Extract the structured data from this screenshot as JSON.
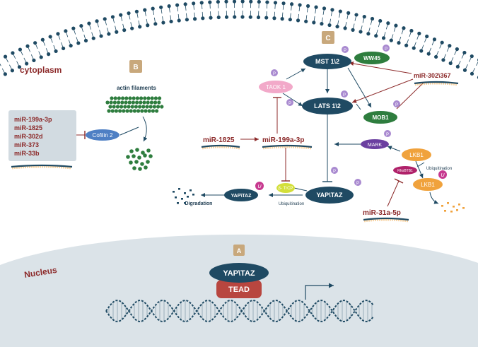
{
  "regions": {
    "cytoplasm": "cytoplasm",
    "nucleus": "Nucleus"
  },
  "panels": {
    "a": "A",
    "b": "B",
    "c": "C"
  },
  "panel_b": {
    "actin_label": "actin filaments",
    "cofilin": "Cofilin 2",
    "mirnas": [
      "miR-199a-3p",
      "miR-1825",
      "miR-302d",
      "miR-373",
      "miR-33b"
    ]
  },
  "panel_c": {
    "mst": "MST 1\\2",
    "ww45": "WW45",
    "taok": "TAOK 1",
    "lats": "LATS 1\\2",
    "mob1": "MOB1",
    "mir_302_367": "miR-302\\367",
    "mir_1825": "miR-1825",
    "mir_199a": "miR-199a-3p",
    "mark": "MARK",
    "lkb1_top": "LKB1",
    "lkb1_bottom": "LKB1",
    "rhobtb1": "RhoBTB1",
    "ubiquitination_right": "Ubiquitination",
    "btrcp": "β- TrCP",
    "yaptaz_main": "YAP\\TAZ",
    "yaptaz_small": "YAP\\TAZ",
    "ubiquitination_left": "Ubiquitination",
    "degradation": "Digradation",
    "mir_31a": "miR-31a-5p",
    "phospho": "P",
    "ubiquitin": "U"
  },
  "panel_a": {
    "yaptaz": "YAP\\TAZ",
    "tead": "TEAD"
  },
  "colors": {
    "navy": "#1f4a63",
    "maroon": "#8c2a2a",
    "phospho": "#a98ad0",
    "ubiquitin": "#c7398f",
    "green": "#2e7d3e",
    "pink": "#f2a9c9",
    "orange": "#f0a23c",
    "purple": "#6b3fa0",
    "cofilin": "#4e7fc4",
    "nucleus": "#dbe3e8",
    "panel_box": "#c8a87c",
    "tead": "#b8463f",
    "mirna_box": "#d2dbe1"
  }
}
